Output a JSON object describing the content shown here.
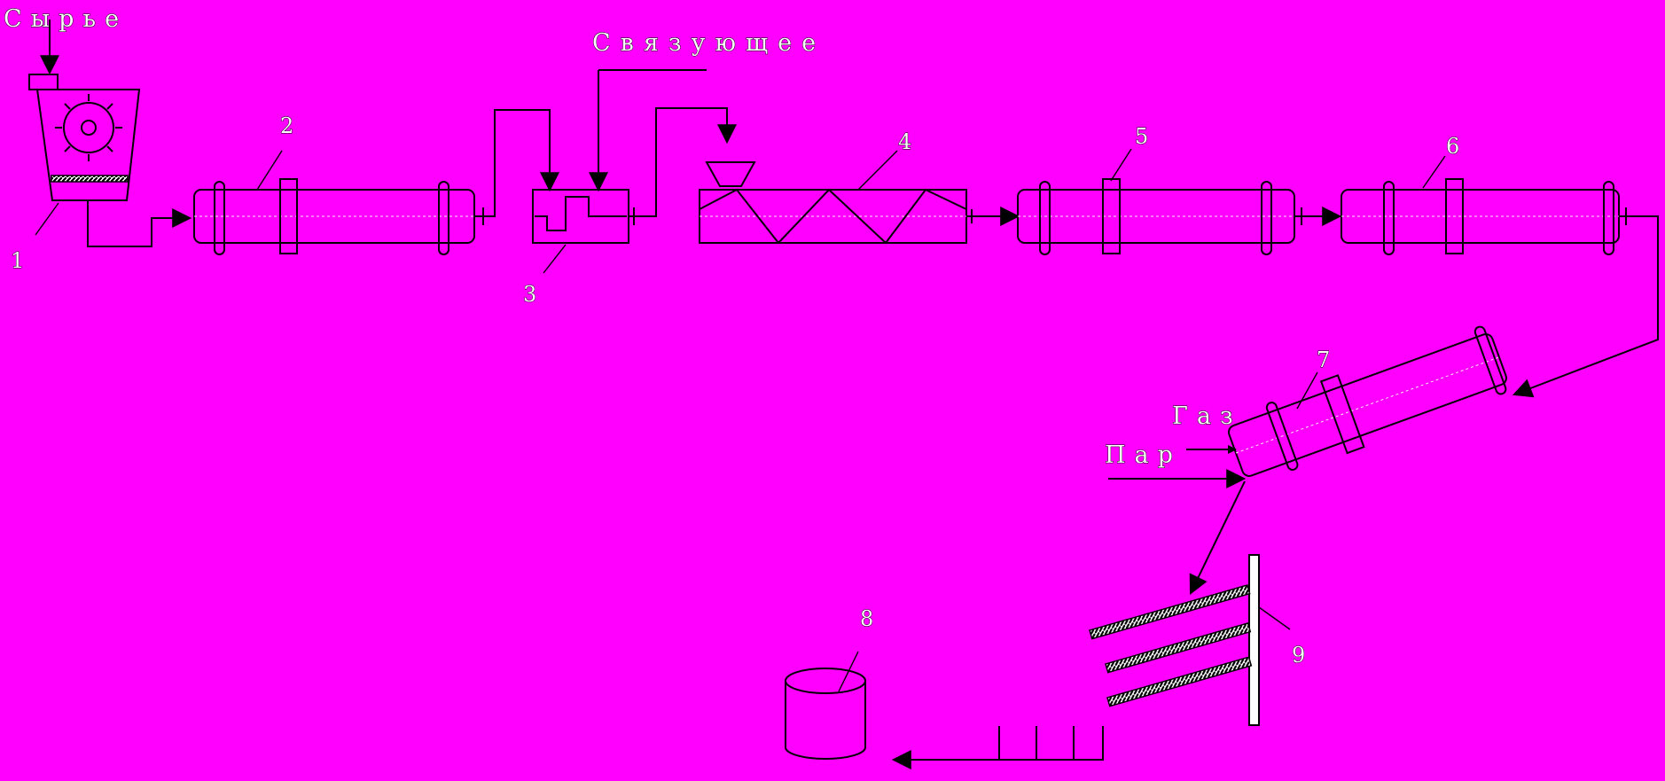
{
  "inputs": {
    "raw_material": "Сырье",
    "binder": "Связующее",
    "gas": "Газ",
    "steam": "Пар"
  },
  "equipment_numbers": {
    "n1": "1",
    "n2": "2",
    "n3": "3",
    "n4": "4",
    "n5": "5",
    "n6": "6",
    "n7": "7",
    "n8": "8",
    "n9": "9"
  },
  "colors": {
    "background": "#FF00FF",
    "line": "#000000",
    "fill": "#FFFFFF"
  }
}
